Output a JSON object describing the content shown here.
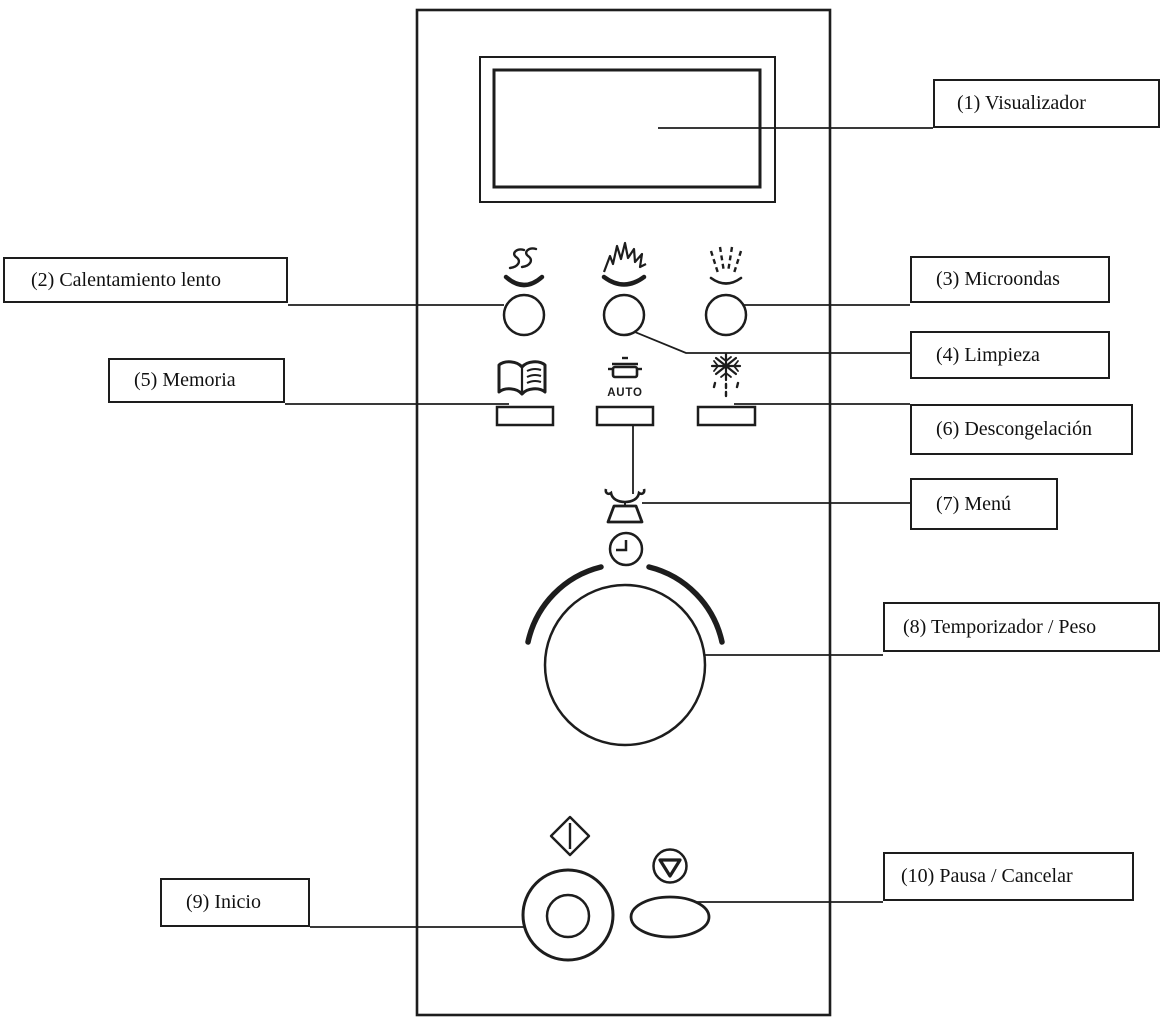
{
  "colors": {
    "line": "#1d1d1d",
    "background": "#ffffff",
    "text": "#111111"
  },
  "panel": {
    "auto_button_label": "AUTO",
    "icons": [
      "steam-dish-icon",
      "splash-dish-icon",
      "spray-dish-icon",
      "open-book-icon",
      "pot-auto-icon",
      "snowflake-drip-icon",
      "scale-icon",
      "clock-icon",
      "start-diamond-icon",
      "stop-triangle-icon"
    ]
  },
  "labels": [
    {
      "text": "(1) Visualizador",
      "points_to": "display"
    },
    {
      "text": "(2) Calentamiento lento",
      "points_to": "slow-heat-button"
    },
    {
      "text": "(3) Microondas",
      "points_to": "microwave-button"
    },
    {
      "text": "(4) Limpieza",
      "points_to": "clean-button"
    },
    {
      "text": "(5) Memoria",
      "points_to": "memory-button"
    },
    {
      "text": "(6) Descongelación",
      "points_to": "defrost-button"
    },
    {
      "text": "(7) Menú",
      "points_to": "menu-scale-icon"
    },
    {
      "text": "(8) Temporizador / Peso",
      "points_to": "timer-weight-dial"
    },
    {
      "text": "(9) Inicio",
      "points_to": "start-button"
    },
    {
      "text": "(10) Pausa / Cancelar",
      "points_to": "pause-cancel-button"
    }
  ]
}
